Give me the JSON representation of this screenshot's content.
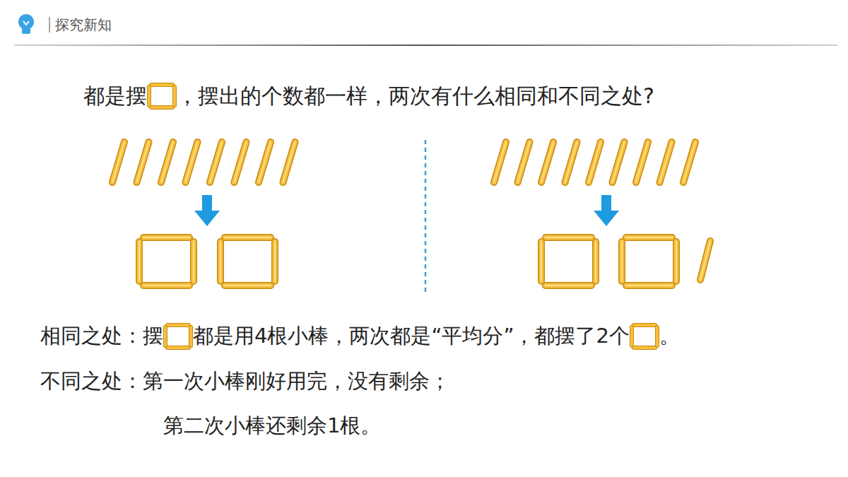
{
  "diagram": {
    "labels": [
      "探究新知",
      "都是摆",
      "，摆出的个数都一样，两次有什么相同和不同之处?",
      "相同之处：",
      "摆",
      "都是用4根小棒，两次都是“平均分”，都摆了2个",
      "。",
      "不同之处：",
      "第一次小棒刚好用完，没有剩余；",
      "第二次小棒还剩余1根。"
    ]
  }
}
